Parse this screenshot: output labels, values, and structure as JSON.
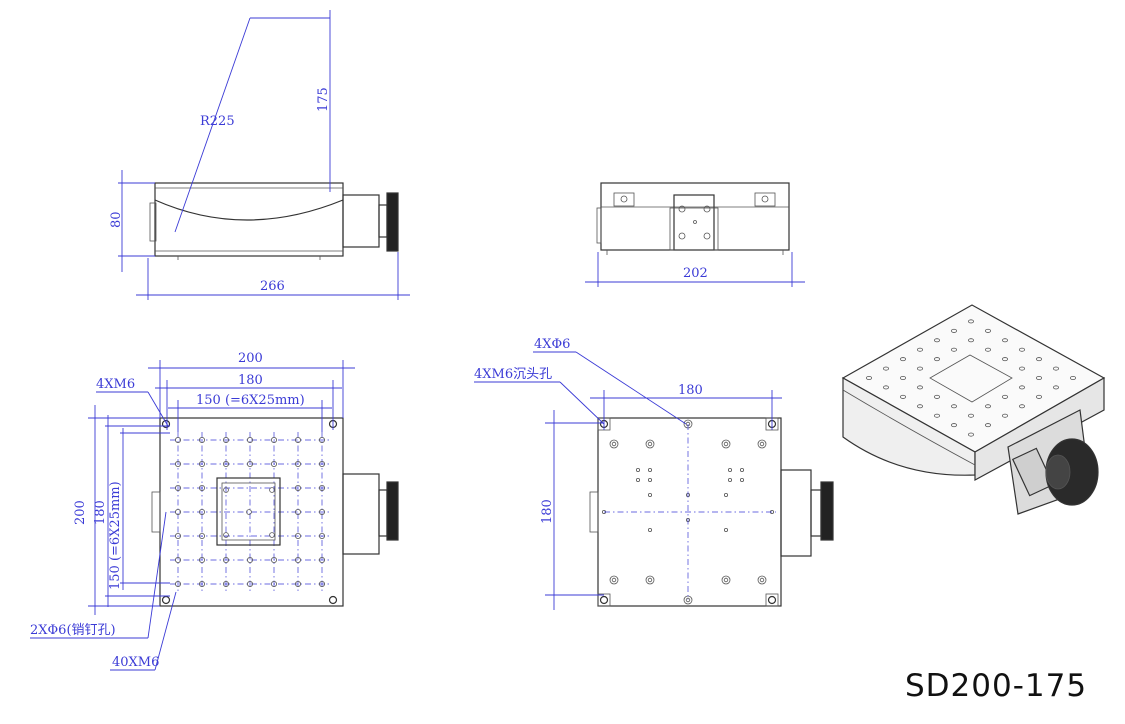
{
  "title": "SD200-175",
  "side_view": {
    "radius_label": "R225",
    "height_label": "175",
    "thickness_label": "80",
    "length_label": "266"
  },
  "end_view": {
    "width_label": "202"
  },
  "top_view": {
    "width_outer_label": "200",
    "width_inner_label": "180",
    "pitch_label": "150 (=6X25mm)",
    "height_outer_label": "200",
    "height_inner_label": "180",
    "pitch_vertical_label": "150 (=6X25mm)",
    "corner_thread_label": "4XM6",
    "pin_hole_label": "2XΦ6(销钉孔)",
    "grid_thread_label": "40XM6"
  },
  "bottom_view": {
    "through_hole_label": "4XΦ6",
    "counterbore_label": "4XM6沉头孔",
    "width_label": "180",
    "height_label": "180"
  },
  "colors": {
    "dimension": "#3b3bd6",
    "outline": "#333333"
  }
}
